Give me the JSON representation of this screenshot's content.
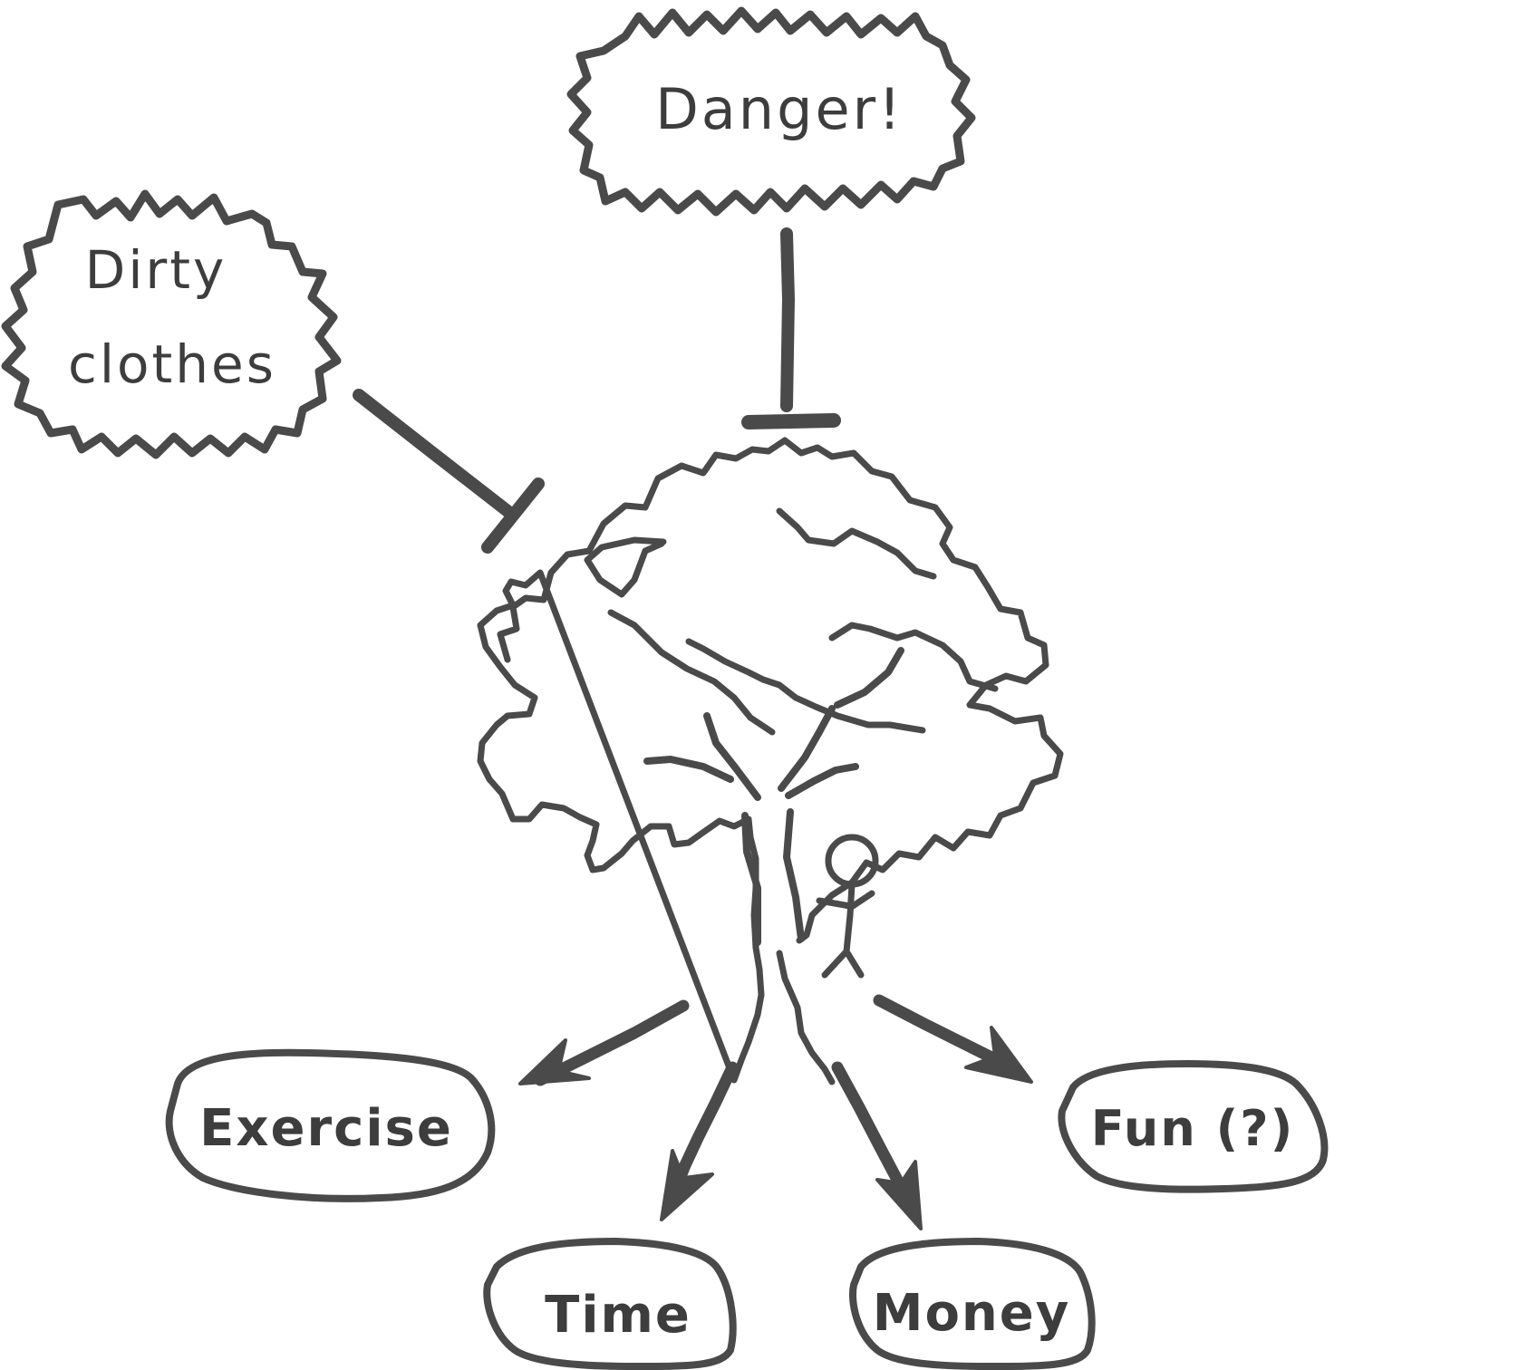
{
  "diagram": {
    "center": {
      "icon": "tree-icon"
    },
    "inhibitors": [
      {
        "id": "danger",
        "shape": "burst",
        "lines": [
          "Danger!"
        ]
      },
      {
        "id": "dirty_clothes",
        "shape": "burst",
        "lines": [
          "Dirty",
          "clothes"
        ]
      }
    ],
    "outcomes": [
      {
        "id": "exercise",
        "label": "Exercise"
      },
      {
        "id": "time",
        "label": "Time"
      },
      {
        "id": "money",
        "label": "Money"
      },
      {
        "id": "fun",
        "label": "Fun (?)"
      }
    ],
    "edges": [
      {
        "from": "danger",
        "to": "tree",
        "type": "inhibit"
      },
      {
        "from": "dirty_clothes",
        "to": "tree",
        "type": "inhibit"
      },
      {
        "from": "tree",
        "to": "exercise",
        "type": "arrow"
      },
      {
        "from": "tree",
        "to": "time",
        "type": "arrow"
      },
      {
        "from": "tree",
        "to": "money",
        "type": "arrow"
      },
      {
        "from": "tree",
        "to": "fun",
        "type": "arrow"
      }
    ]
  },
  "colors": {
    "ink": "#4a4a4a",
    "background": "#ffffff"
  }
}
